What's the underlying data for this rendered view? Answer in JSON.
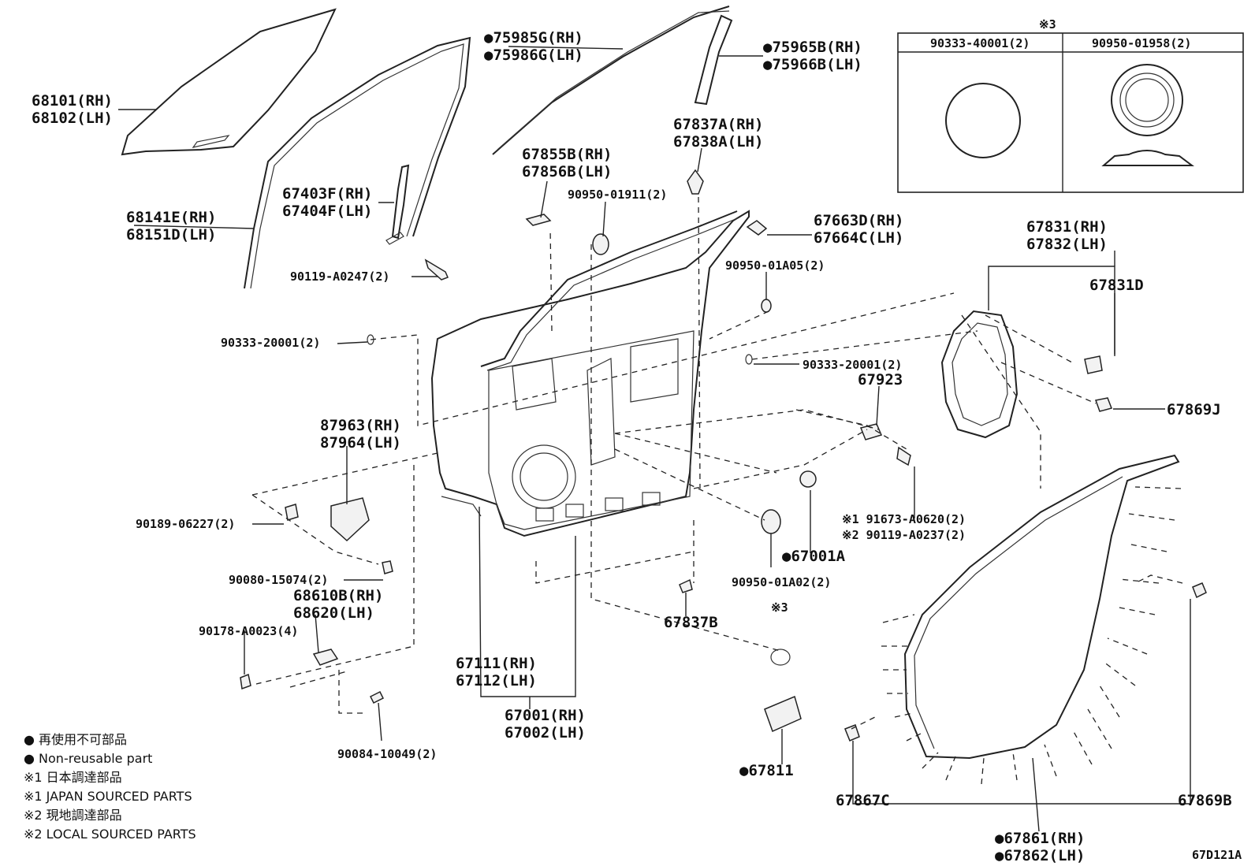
{
  "diagram_id": "67D121A",
  "note_mark_3": "※3",
  "inset": {
    "left_part": "90333-40001(2)",
    "right_part": "90950-01958(2)"
  },
  "labels": {
    "glass_rh": "68101(RH)",
    "glass_lh": "68102(LH)",
    "run_rh": "68141E(RH)",
    "run_lh": "68151D(LH)",
    "frame_mld_rh": "●75985G(RH)",
    "frame_mld_lh": "●75986G(LH)",
    "belt_mld_rh": "●75965B(RH)",
    "belt_mld_lh": "●75966B(LH)",
    "channel_rh": "67403F(RH)",
    "channel_lh": "67404F(LH)",
    "bolt_a0247": "90119-A0247(2)",
    "clip_67855_rh": "67855B(RH)",
    "clip_67856_lh": "67856B(LH)",
    "clip_67837_rh": "67837A(RH)",
    "clip_67838_lh": "67838A(LH)",
    "plug_01911": "90950-01911(2)",
    "seal_67663_rh": "67663D(RH)",
    "seal_67664_lh": "67664C(LH)",
    "plug_01a05": "90950-01A05(2)",
    "hole_plug_l": "90333-20001(2)",
    "hole_plug_r": "90333-20001(2)",
    "cover_67831_rh": "67831(RH)",
    "cover_67832_lh": "67832(LH)",
    "cover_67831d": "67831D",
    "clip_67869j": "67869J",
    "part_67923": "67923",
    "bolt_note1": "※1 91673-A0620(2)",
    "bolt_note2": "※2 90119-A0237(2)",
    "grommet_67001a": "●67001A",
    "plug_01a02": "90950-01A02(2)",
    "bracket_rh": "87963(RH)",
    "bracket_lh": "87964(LH)",
    "clip_06227": "90189-06227(2)",
    "nut_15074": "90080-15074(2)",
    "check_rh": "68610B(RH)",
    "check_lh": "68620(LH)",
    "bolt_a0023": "90178-A0023(4)",
    "clip_67837b": "67837B",
    "note3_small": "※3",
    "panel_rh": "67111(RH)",
    "panel_lh": "67112(LH)",
    "door_rh": "67001(RH)",
    "door_lh": "67002(LH)",
    "bolt_10049": "90084-10049(2)",
    "cover_67811": "●67811",
    "clip_67867c": "67867C",
    "clip_67869b": "67869B",
    "weather_rh": "●67861(RH)",
    "weather_lh": "●67862(LH)"
  },
  "legend": [
    "● 再使用不可部品",
    "● Non-reusable part",
    "※1 日本調達部品",
    "※1 JAPAN SOURCED PARTS",
    "※2 現地調達部品",
    "※2 LOCAL SOURCED PARTS"
  ]
}
